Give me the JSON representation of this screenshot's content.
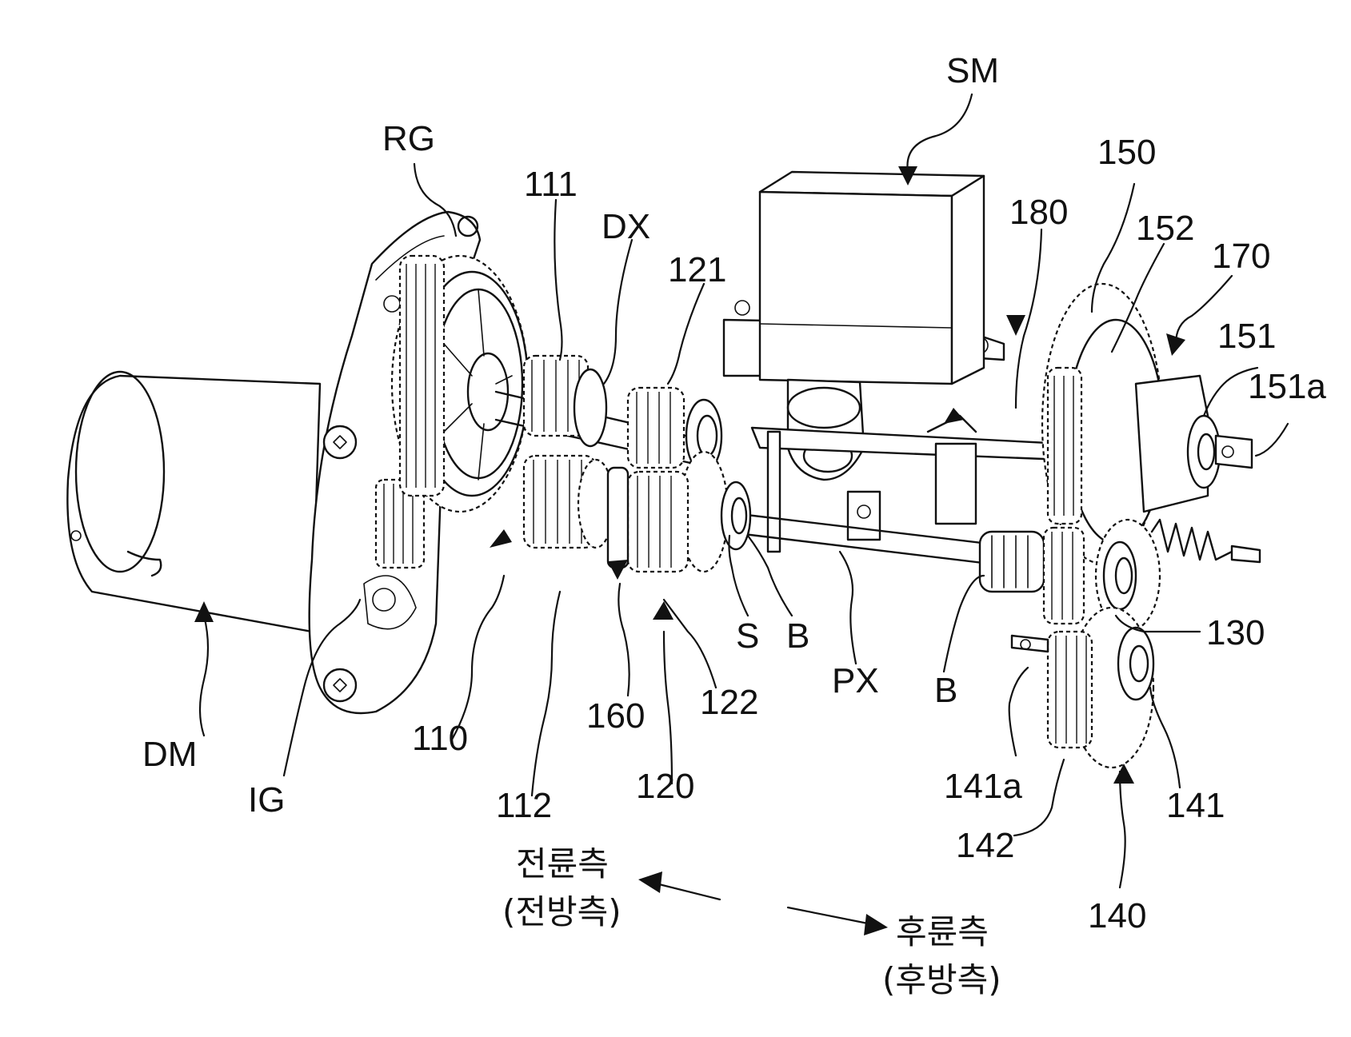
{
  "labels": {
    "SM": "SM",
    "RG": "RG",
    "n111": "111",
    "DX": "DX",
    "n121": "121",
    "n150": "150",
    "n180": "180",
    "n152": "152",
    "n170": "170",
    "n151": "151",
    "n151a": "151a",
    "n130": "130",
    "S": "S",
    "B1": "B",
    "PX": "PX",
    "B2": "B",
    "n122": "122",
    "n160": "160",
    "n110": "110",
    "DM": "DM",
    "IG": "IG",
    "n112": "112",
    "n120": "120",
    "n141a": "141a",
    "n141": "141",
    "n142": "142",
    "n140": "140"
  },
  "direction": {
    "front_line1": "전륜측",
    "front_line2": "(전방측)",
    "rear_line1": "후륜측",
    "rear_line2": "(후방측)"
  }
}
